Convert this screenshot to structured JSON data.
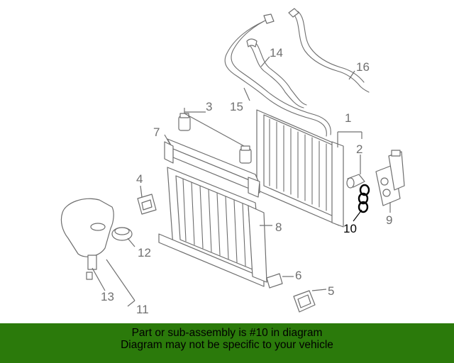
{
  "callouts": {
    "c1": "1",
    "c2": "2",
    "c3": "3",
    "c4": "4",
    "c5": "5",
    "c6": "6",
    "c7": "7",
    "c8": "8",
    "c9": "9",
    "c10": "10",
    "c11": "11",
    "c12": "12",
    "c13": "13",
    "c14": "14",
    "c15": "15",
    "c16": "16"
  },
  "highlight_callout": "10",
  "colors": {
    "banner_bg": "#2b7a0b",
    "line_gray": "#707070",
    "highlight": "#000000"
  },
  "banner": {
    "line1": "Part or sub-assembly is #10 in diagram",
    "line2": "Diagram may not be specific to your vehicle"
  }
}
